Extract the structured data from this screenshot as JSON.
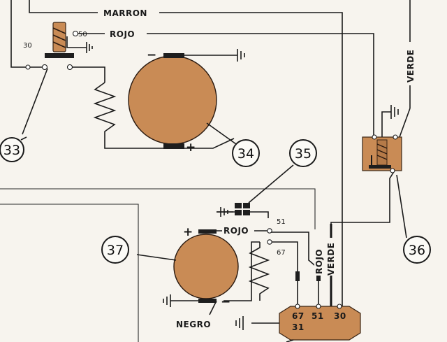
{
  "wires": {
    "marron": "MARRON",
    "rojo_top": "ROJO",
    "verde_right": "VERDE",
    "rojo_mid": "ROJO",
    "rojo_vertical": "ROJO",
    "verde_vertical": "VERDE",
    "negro": "NEGRO"
  },
  "terminals": {
    "t30_left": "30",
    "t50": "50",
    "t51": "51",
    "t67": "67",
    "reg_67": "67",
    "reg_51": "51",
    "reg_30": "30",
    "reg_31": "31"
  },
  "polarity": {
    "motor_neg": "−",
    "motor_pos": "+",
    "gen_pos": "+",
    "gen_neg": "−"
  },
  "callouts": {
    "c33": "33",
    "c34": "34",
    "c35": "35",
    "c36": "36",
    "c37": "37"
  }
}
